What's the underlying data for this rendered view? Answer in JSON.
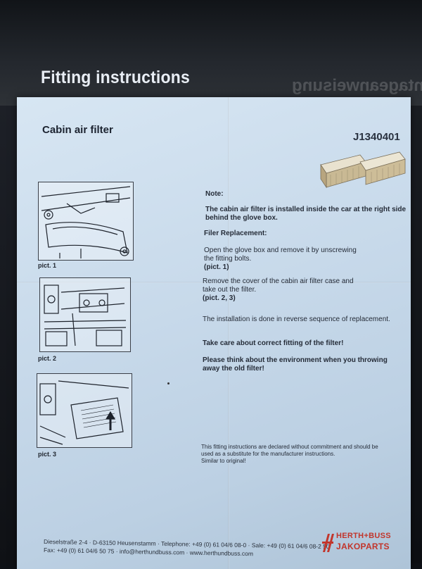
{
  "header": {
    "title": "Fitting instructions",
    "mirrored_text": "Montageanweisung"
  },
  "product": {
    "name": "Cabin air filter",
    "part_number": "J1340401"
  },
  "pictures": [
    {
      "label": "pict. 1"
    },
    {
      "label": "pict. 2"
    },
    {
      "label": "pict. 3"
    }
  ],
  "instructions": {
    "note_heading": "Note:",
    "note_line1": "The cabin air filter is installed inside the car at the right side",
    "note_line2": "behind the glove box.",
    "replacement_heading": "Filer Replacement:",
    "step1_line1": "Open the glove box and remove it by unscrewing",
    "step1_line2": "the fitting bolts.",
    "step1_ref": "(pict. 1)",
    "step2_line1": "Remove the cover of the cabin air filter case and",
    "step2_line2": "take out the filter.",
    "step2_ref": "(pict. 2, 3)",
    "install": "The installation is done in reverse sequence of replacement.",
    "care": "Take care about correct fitting of the filter!",
    "env_line1": "Please think about the environment when you throwing",
    "env_line2": "away the old filter!",
    "disclaimer_line1": "This fitting instructions are declared without commitment and should be",
    "disclaimer_line2": "used as a substitute for the manufacturer instructions.",
    "disclaimer_line3": "Similar to original!"
  },
  "footer": {
    "line1": "Dieselstraße 2-4 · D-63150 Heusenstamm · Telephone: +49 (0) 61 04/6 08-0 · Sale: +49 (0) 61 04/6 08-2 50",
    "line2": "Fax: +49 (0) 61 04/6 50 75 · info@herthundbuss.com · www.herthundbuss.com"
  },
  "logo": {
    "line1": "HERTH+BUSS",
    "line2": "JAKOPARTS",
    "color": "#c2352b"
  }
}
